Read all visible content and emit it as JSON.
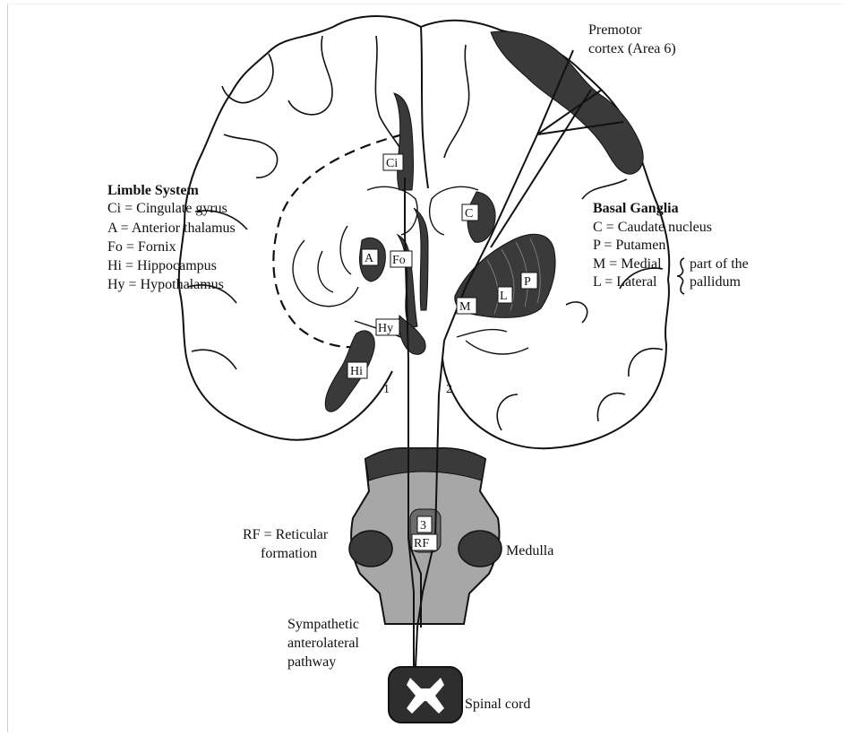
{
  "limbic_legend": {
    "heading": "Limble System",
    "items": [
      "Ci = Cingulate gyrus",
      "A = Anterior thalamus",
      "Fo = Fornix",
      "Hi = Hippocampus",
      "Hy = Hypothalamus"
    ]
  },
  "basal_legend": {
    "heading": "Basal Ganglia",
    "items": [
      "C = Caudate nucleus",
      "P = Putamen",
      "M = Medial",
      "L = Lateral"
    ],
    "brace_text_1": "part of the",
    "brace_text_2": "pallidum"
  },
  "labels": {
    "premotor": [
      "Premotor",
      "cortex (Area 6)"
    ],
    "ci": "Ci",
    "c": "C",
    "a": "A",
    "fo": "Fo",
    "p": "P",
    "l": "L",
    "m": "M",
    "hy": "Hy",
    "hi": "Hi",
    "path1": "1",
    "path2": "2",
    "n3": "3",
    "rf": "RF",
    "rf_legend": [
      "RF = Reticular",
      "formation"
    ],
    "medulla": "Medulla",
    "sympathetic": [
      "Sympathetic",
      "anterolateral",
      "pathway"
    ],
    "spinal": "Spinal cord"
  },
  "colors": {
    "structure_fill": "#3a3a3a",
    "medulla_fill": "#a7a7a7",
    "line": "#111111"
  }
}
